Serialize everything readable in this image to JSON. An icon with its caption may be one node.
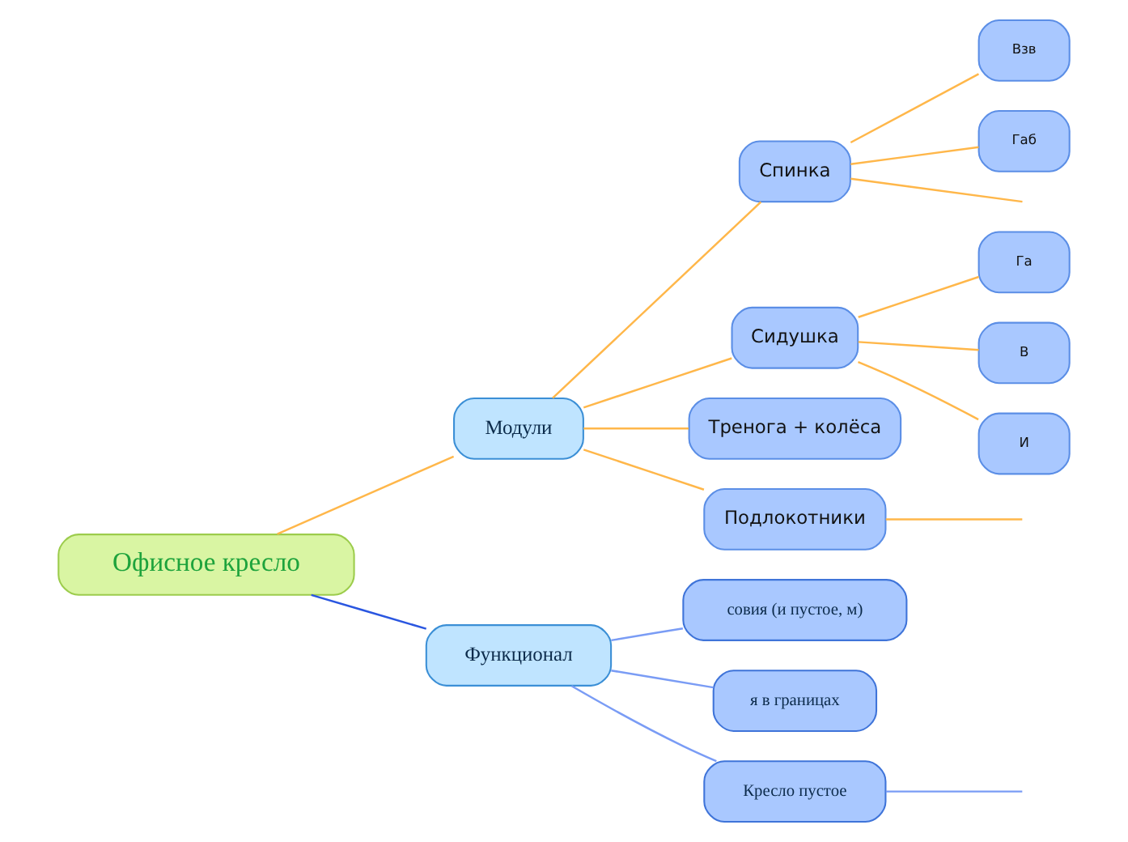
{
  "diagram": {
    "nodes": [
      {
        "text": [
          "Офисное кресло"
        ]
      },
      {
        "text": [
          "Модули"
        ]
      },
      {
        "text": [
          "Спинка"
        ]
      },
      {
        "text": [
          "Взв"
        ]
      },
      {
        "text": [
          "Габ"
        ]
      },
      {
        "text": [
          "Сидушка"
        ]
      },
      {
        "text": [
          "Га"
        ]
      },
      {
        "text": [
          "В"
        ]
      },
      {
        "text": [
          "И"
        ]
      },
      {
        "text": [
          "Тренога + колёса"
        ]
      },
      {
        "text": [
          "Подлокотники"
        ]
      },
      {
        "text": [
          "Функционал"
        ]
      },
      {
        "text": [
          "совия (и пустое, м)"
        ]
      },
      {
        "text": [
          "я в границах"
        ]
      },
      {
        "text": [
          "Кресло пустое"
        ]
      }
    ],
    "edges": [
      {
        "from": 0,
        "to": 1,
        "arrow": "none"
      },
      {
        "from": 1,
        "to": 2,
        "arrow": "none"
      },
      {
        "from": 1,
        "to": 5,
        "arrow": "none"
      },
      {
        "from": 1,
        "to": 9,
        "arrow": "none"
      },
      {
        "from": 1,
        "to": 10,
        "arrow": "none"
      },
      {
        "from": 2,
        "to": null,
        "arrow": "none"
      },
      {
        "from": 2,
        "to": 3,
        "arrow": "none"
      },
      {
        "from": 2,
        "to": 4,
        "arrow": "none"
      },
      {
        "from": 5,
        "to": 6,
        "arrow": "none"
      },
      {
        "from": 5,
        "to": 7,
        "arrow": "none"
      },
      {
        "from": 5,
        "to": 8,
        "arrow": "none"
      },
      {
        "from": 10,
        "to": null,
        "arrow": "none"
      },
      {
        "from": 0,
        "to": 11,
        "arrow": "none",
        "color": "#2a56e0"
      },
      {
        "from": 11,
        "to": 12,
        "arrow": "none",
        "color": "#7a9cf5"
      },
      {
        "from": 11,
        "to": 13,
        "arrow": "none",
        "color": "#7a9cf5"
      },
      {
        "from": 11,
        "to": 14,
        "arrow": "none",
        "color": "#7a9cf5"
      },
      {
        "from": 14,
        "to": null,
        "arrow": "none",
        "color": "#7a9cf5"
      }
    ]
  }
}
